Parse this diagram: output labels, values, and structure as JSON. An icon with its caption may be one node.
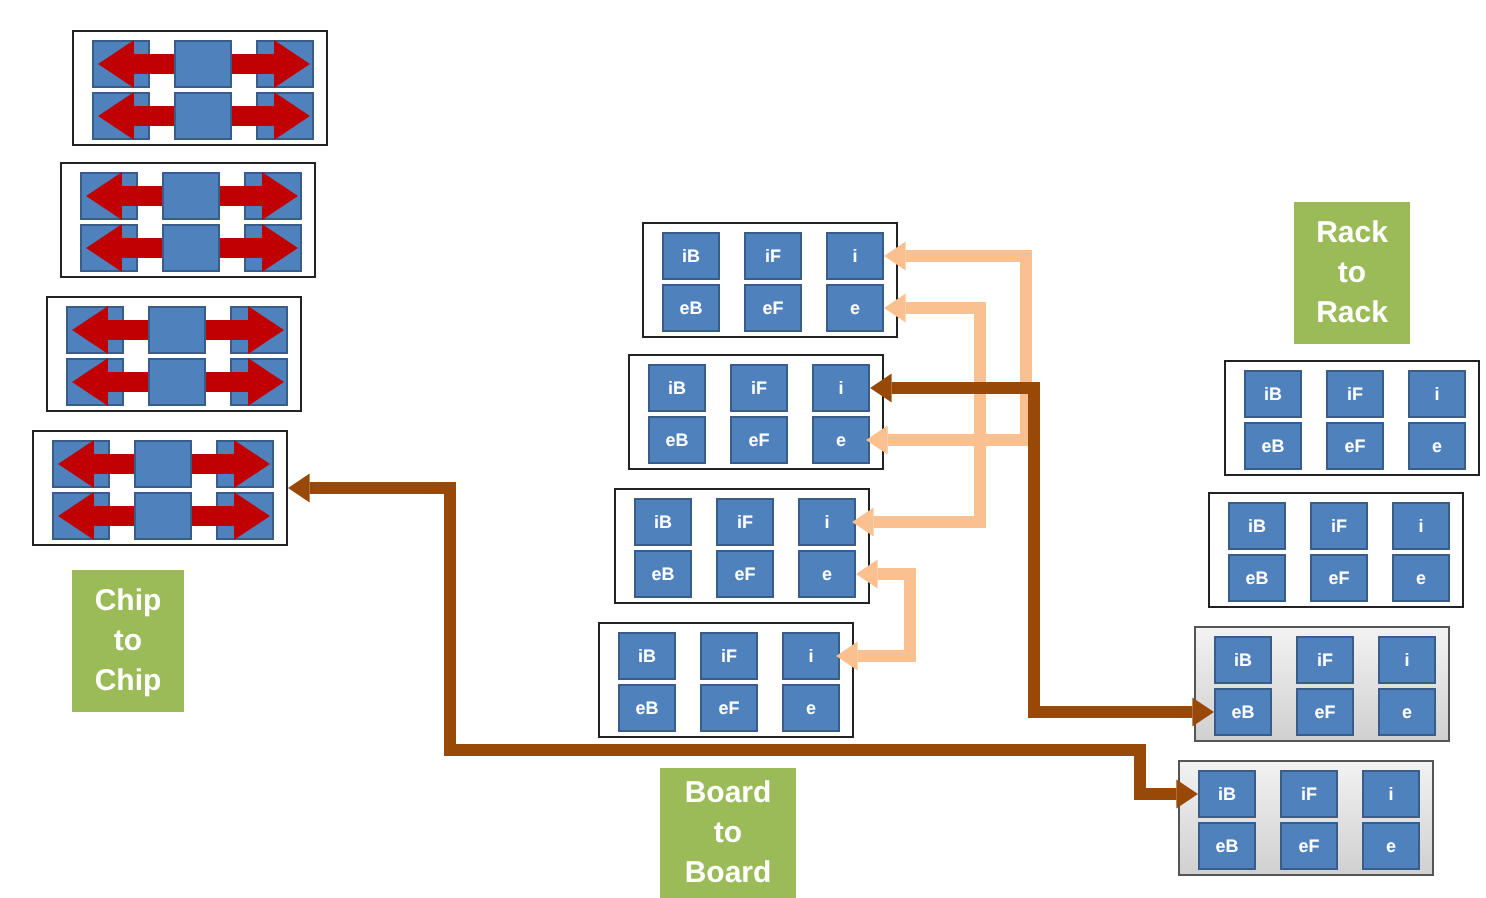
{
  "diagram": {
    "nodes": [
      {
        "text": [],
        "shape": "box"
      },
      {
        "text": [],
        "shape": "box",
        "in": 0
      },
      {
        "text": [],
        "shape": "box",
        "in": 0
      },
      {
        "text": [],
        "shape": "box",
        "in": 0
      },
      {
        "text": [],
        "shape": "box",
        "in": 0
      },
      {
        "text": [],
        "shape": "box",
        "in": 0
      },
      {
        "text": [],
        "shape": "box",
        "in": 0
      },
      {
        "text": [],
        "shape": "box"
      },
      {
        "text": [],
        "shape": "box",
        "in": 7
      },
      {
        "text": [],
        "shape": "box",
        "in": 7
      },
      {
        "text": [],
        "shape": "box",
        "in": 7
      },
      {
        "text": [],
        "shape": "box",
        "in": 7
      },
      {
        "text": [],
        "shape": "box",
        "in": 7
      },
      {
        "text": [],
        "shape": "box",
        "in": 7
      },
      {
        "text": [],
        "shape": "box"
      },
      {
        "text": [],
        "shape": "box",
        "in": 14
      },
      {
        "text": [],
        "shape": "box",
        "in": 14
      },
      {
        "text": [],
        "shape": "box",
        "in": 14
      },
      {
        "text": [],
        "shape": "box",
        "in": 14
      },
      {
        "text": [],
        "shape": "box",
        "in": 14
      },
      {
        "text": [],
        "shape": "box",
        "in": 14
      },
      {
        "text": [],
        "shape": "box"
      },
      {
        "text": [],
        "shape": "box",
        "in": 21
      },
      {
        "text": [],
        "shape": "box",
        "in": 21
      },
      {
        "text": [],
        "shape": "box",
        "in": 21
      },
      {
        "text": [],
        "shape": "box",
        "in": 21
      },
      {
        "text": [],
        "shape": "box",
        "in": 21
      },
      {
        "text": [],
        "shape": "box",
        "in": 21
      },
      {
        "text": [
          "Chip to Chip"
        ]
      },
      {
        "text": [],
        "shape": "box"
      },
      {
        "text": [
          "iB"
        ],
        "in": 29
      },
      {
        "text": [
          "iF"
        ],
        "in": 29
      },
      {
        "text": [
          "i"
        ],
        "in": 29
      },
      {
        "text": [
          "eB"
        ],
        "in": 29
      },
      {
        "text": [
          "eF"
        ],
        "in": 29
      },
      {
        "text": [
          "e"
        ],
        "in": 29
      },
      {
        "text": [],
        "shape": "box"
      },
      {
        "text": [
          "iB"
        ],
        "in": 36
      },
      {
        "text": [
          "iF"
        ],
        "in": 36
      },
      {
        "text": [
          "i"
        ],
        "in": 36
      },
      {
        "text": [
          "eB"
        ],
        "in": 36
      },
      {
        "text": [
          "eF"
        ],
        "in": 36
      },
      {
        "text": [
          "e"
        ],
        "in": 36
      },
      {
        "text": [],
        "shape": "box"
      },
      {
        "text": [
          "iB"
        ],
        "in": 43
      },
      {
        "text": [
          "iF"
        ],
        "in": 43
      },
      {
        "text": [
          "i"
        ],
        "in": 43
      },
      {
        "text": [
          "eB"
        ],
        "in": 43
      },
      {
        "text": [
          "eF"
        ],
        "in": 43
      },
      {
        "text": [
          "e"
        ],
        "in": 43
      },
      {
        "text": [],
        "shape": "box"
      },
      {
        "text": [
          "iB"
        ],
        "in": 50
      },
      {
        "text": [
          "iF"
        ],
        "in": 50
      },
      {
        "text": [
          "i"
        ],
        "in": 50
      },
      {
        "text": [
          "eB"
        ],
        "in": 50
      },
      {
        "text": [
          "eF"
        ],
        "in": 50
      },
      {
        "text": [
          "e"
        ],
        "in": 50
      },
      {
        "text": [
          "Board to Board"
        ]
      },
      {
        "text": [
          "Rack to Rack"
        ]
      },
      {
        "text": [],
        "shape": "box"
      },
      {
        "text": [
          "iB"
        ],
        "in": 59
      },
      {
        "text": [
          "iF"
        ],
        "in": 59
      },
      {
        "text": [
          "i"
        ],
        "in": 59
      },
      {
        "text": [
          "eB"
        ],
        "in": 59
      },
      {
        "text": [
          "eF"
        ],
        "in": 59
      },
      {
        "text": [
          "e"
        ],
        "in": 59
      },
      {
        "text": [],
        "shape": "box"
      },
      {
        "text": [
          "iB"
        ],
        "in": 66
      },
      {
        "text": [
          "iF"
        ],
        "in": 66
      },
      {
        "text": [
          "i"
        ],
        "in": 66
      },
      {
        "text": [
          "eB"
        ],
        "in": 66
      },
      {
        "text": [
          "eF"
        ],
        "in": 66
      },
      {
        "text": [
          "e"
        ],
        "in": 66
      },
      {
        "text": [],
        "shape": "box"
      },
      {
        "text": [
          "iB"
        ],
        "in": 73
      },
      {
        "text": [
          "iF"
        ],
        "in": 73
      },
      {
        "text": [
          "i"
        ],
        "in": 73
      },
      {
        "text": [
          "eB"
        ],
        "in": 73
      },
      {
        "text": [
          "eF"
        ],
        "in": 73
      },
      {
        "text": [
          "e"
        ],
        "in": 73
      },
      {
        "text": [],
        "shape": "box"
      },
      {
        "text": [
          "iB"
        ],
        "in": 80
      },
      {
        "text": [
          "iF"
        ],
        "in": 80
      },
      {
        "text": [
          "i"
        ],
        "in": 80
      },
      {
        "text": [
          "eB"
        ],
        "in": 80
      },
      {
        "text": [
          "eF"
        ],
        "in": 80
      },
      {
        "text": [
          "e"
        ],
        "in": 80
      }
    ],
    "edges": [
      {
        "from": 2,
        "to": 1,
        "arrow": "to"
      },
      {
        "from": 2,
        "to": 3,
        "arrow": "to"
      },
      {
        "from": 5,
        "to": 4,
        "arrow": "to"
      },
      {
        "from": 5,
        "to": 6,
        "arrow": "to"
      },
      {
        "from": 9,
        "to": 8,
        "arrow": "to"
      },
      {
        "from": 9,
        "to": 10,
        "arrow": "to"
      },
      {
        "from": 12,
        "to": 11,
        "arrow": "to"
      },
      {
        "from": 12,
        "to": 13,
        "arrow": "to"
      },
      {
        "from": 16,
        "to": 15,
        "arrow": "to"
      },
      {
        "from": 16,
        "to": 17,
        "arrow": "to"
      },
      {
        "from": 19,
        "to": 18,
        "arrow": "to"
      },
      {
        "from": 19,
        "to": 20,
        "arrow": "to"
      },
      {
        "from": 23,
        "to": 22,
        "arrow": "to"
      },
      {
        "from": 23,
        "to": 24,
        "arrow": "to"
      },
      {
        "from": 26,
        "to": 25,
        "arrow": "to"
      },
      {
        "from": 26,
        "to": 27,
        "arrow": "to"
      },
      {
        "from": 32,
        "to": 42,
        "arrow": "both",
        "color": "#fac090"
      },
      {
        "from": 35,
        "to": 46,
        "arrow": "both",
        "color": "#fac090"
      },
      {
        "from": 49,
        "to": 53,
        "arrow": "both",
        "color": "#fac090"
      },
      {
        "from": 39,
        "to": 77,
        "arrow": "both",
        "color": "#984807"
      },
      {
        "from": 21,
        "to": 81,
        "arrow": "both",
        "color": "#984807"
      }
    ]
  }
}
